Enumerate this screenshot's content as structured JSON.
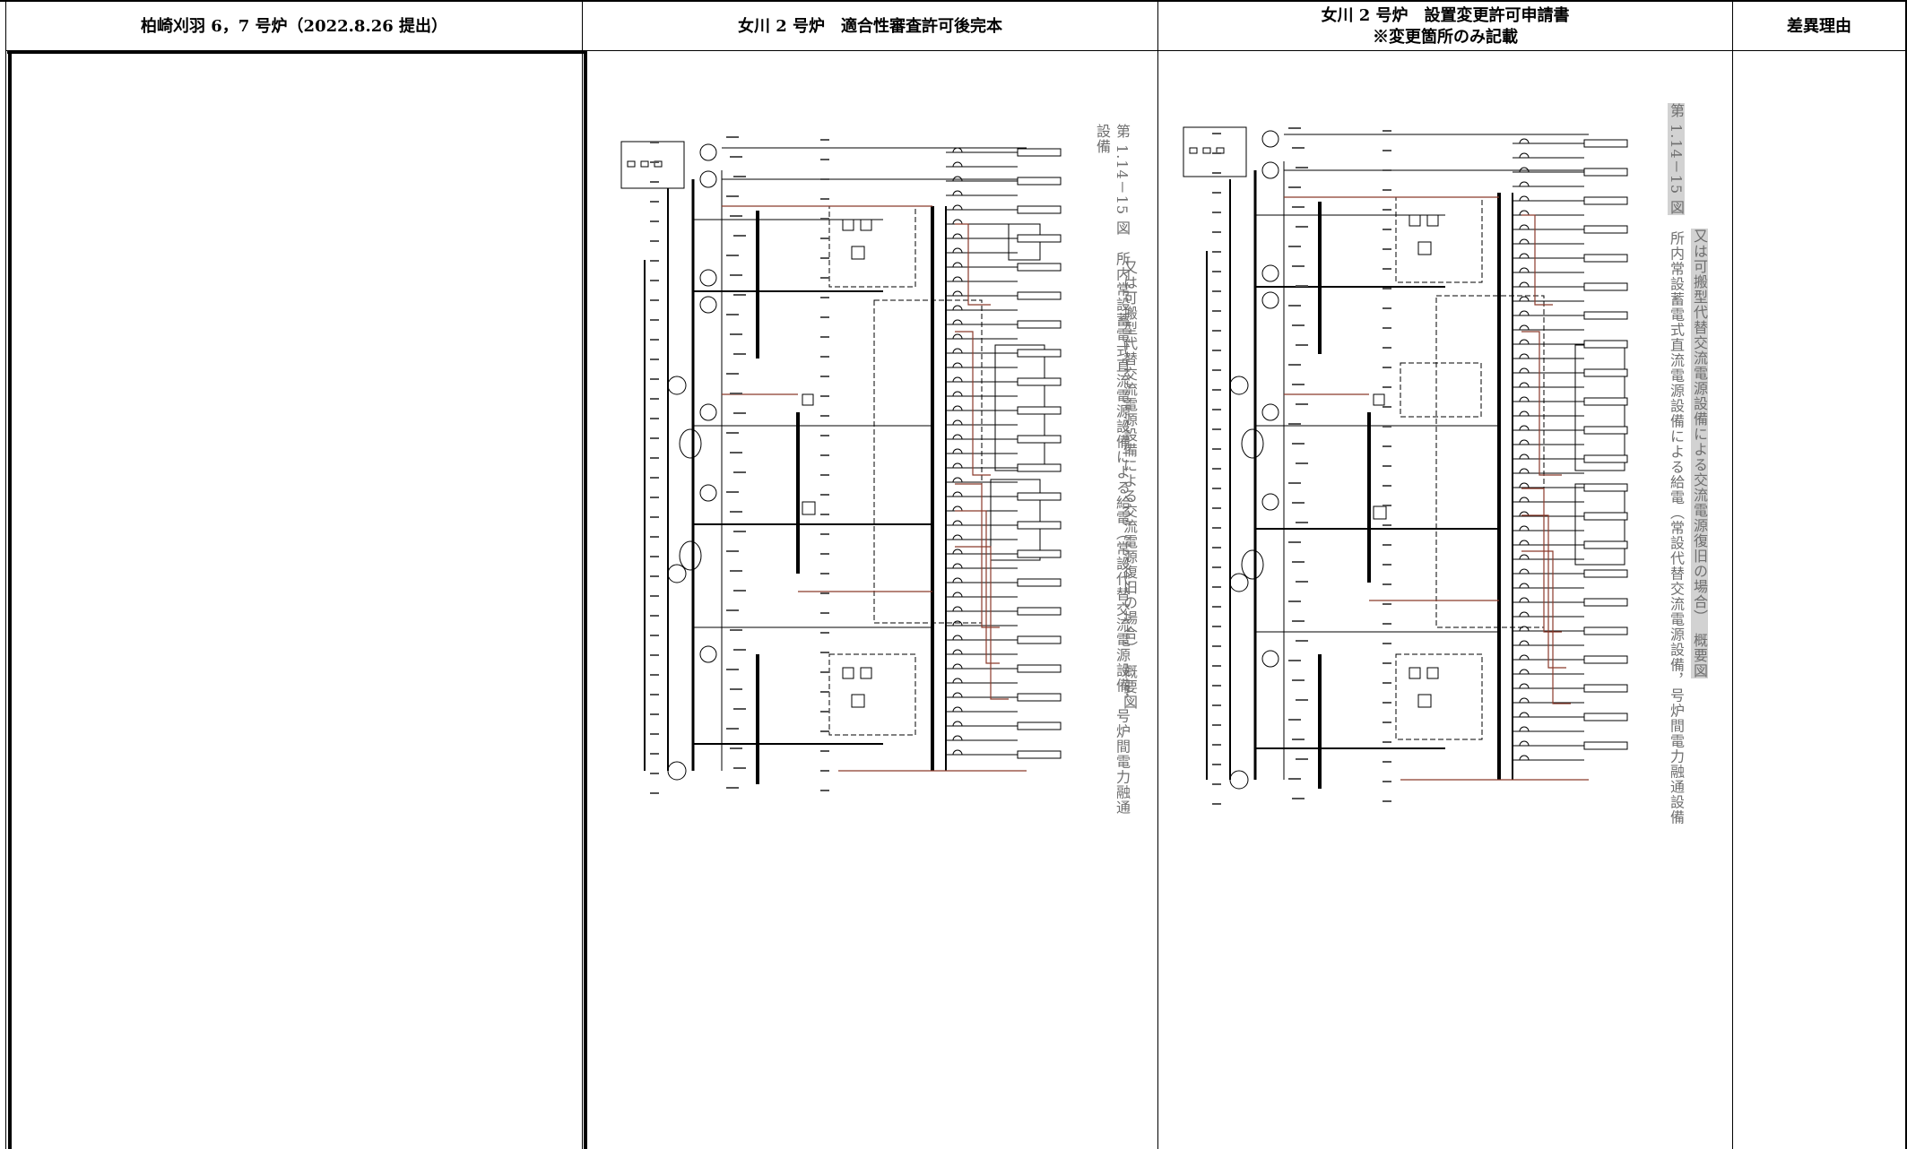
{
  "header": {
    "col1": "柏崎刈羽 6，7 号炉（2022.8.26 提出）",
    "col2": "女川 2 号炉　適合性審査許可後完本",
    "col3_line1": "女川 2 号炉　設置変更許可申請書",
    "col3_line2": "※変更箇所のみ記載",
    "col4": "差異理由"
  },
  "figure_left": {
    "number": "第 1.14－15 図",
    "caption_line1": "所内常設蓄電式直流電源設備による給電（常設代替交流電源設備，号炉間電力融通設備",
    "caption_line2": "又は可搬型代替交流電源設備による交流電源復旧の場合）　概要図"
  },
  "figure_right": {
    "number": "第 1.14－15 図",
    "caption_line1": "所内常設蓄電式直流電源設備による給電（常設代替交流電源設備，号炉間電力融通設備",
    "caption_line2": "又は可搬型代替交流電源設備による交流電源復旧の場合）　概要図"
  },
  "colors": {
    "line": "#000000",
    "brown_line": "#8b3a2b",
    "caption": "#6e6e6e",
    "highlight": "#d2d2d2"
  }
}
